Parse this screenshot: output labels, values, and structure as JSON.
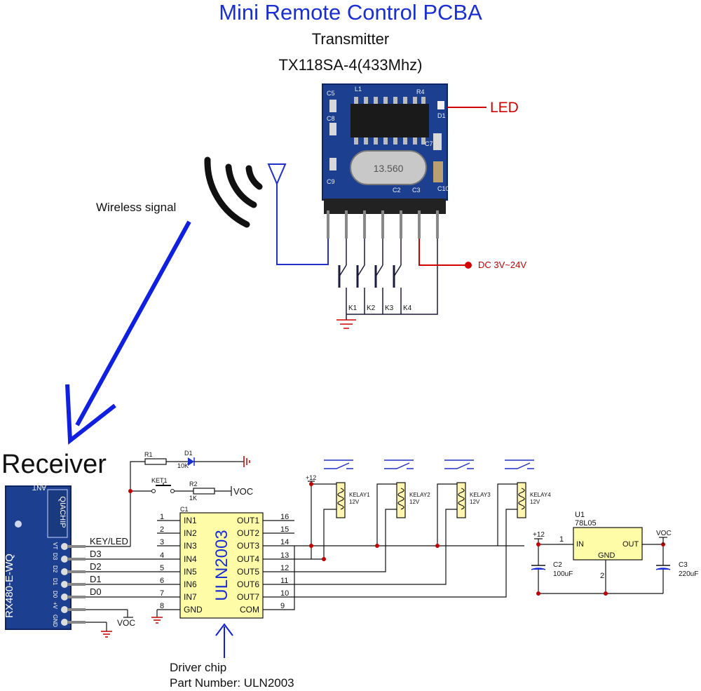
{
  "header": {
    "title": "Mini Remote Control PCBA",
    "subtitle": "Transmitter",
    "model": "TX118SA-4(433Mhz)"
  },
  "transmitter": {
    "led_label": "LED",
    "power_label": "DC 3V~24V",
    "crystal_label": "13.560",
    "board_labels": [
      "C5",
      "L1",
      "R4",
      "D1",
      "C8",
      "C7",
      "C9",
      "C10",
      "C3",
      "C2"
    ],
    "keys": [
      "K1",
      "K2",
      "K3",
      "K4"
    ]
  },
  "wireless_label": "Wireless signal",
  "receiver": {
    "label": "Receiver",
    "module_model": "RX480-E-WQ",
    "brand": "QIACHIP",
    "ant_label": "ANT",
    "pin_labels": [
      "VT",
      "D3",
      "D2",
      "D1",
      "D0",
      "+V",
      "GND"
    ],
    "signals": [
      "KEY/LED",
      "D3",
      "D2",
      "D1",
      "D0"
    ],
    "voc_label": "VOC"
  },
  "schematic": {
    "r1": "R1",
    "d1": "D1",
    "d1_value": "10K",
    "ket1": "KET1",
    "r2": "R2",
    "r2_value": "1K",
    "voc_r2": "VOC",
    "plus12": "+12",
    "c1": "C1",
    "chip_name": "ULN2003",
    "left_pins": [
      {
        "num": "1",
        "name": "IN1"
      },
      {
        "num": "2",
        "name": "IN2"
      },
      {
        "num": "3",
        "name": "IN3"
      },
      {
        "num": "4",
        "name": "IN4"
      },
      {
        "num": "5",
        "name": "IN5"
      },
      {
        "num": "6",
        "name": "IN6"
      },
      {
        "num": "7",
        "name": "IN7"
      },
      {
        "num": "8",
        "name": "GND"
      }
    ],
    "right_pins": [
      {
        "num": "16",
        "name": "OUT1"
      },
      {
        "num": "15",
        "name": "OUT2"
      },
      {
        "num": "14",
        "name": "OUT3"
      },
      {
        "num": "13",
        "name": "OUT4"
      },
      {
        "num": "12",
        "name": "OUT5"
      },
      {
        "num": "11",
        "name": "OUT6"
      },
      {
        "num": "10",
        "name": "OUT7"
      },
      {
        "num": "9",
        "name": "COM"
      }
    ],
    "relays": [
      {
        "name": "KELAY1",
        "voltage": "12V"
      },
      {
        "name": "KELAY2",
        "voltage": "12V"
      },
      {
        "name": "KELAY3",
        "voltage": "12V"
      },
      {
        "name": "KELAY4",
        "voltage": "12V"
      }
    ],
    "regulator": {
      "u1": "U1",
      "part": "78L05",
      "in_label": "IN",
      "out_label": "OUT",
      "gnd_label": "GND",
      "pin1": "1",
      "pin2": "2",
      "plus12": "+12",
      "voc": "VOC",
      "c2": "C2",
      "c2_value": "100uF",
      "c3": "C3",
      "c3_value": "220uF"
    }
  },
  "driver_note": {
    "line1": "Driver chip",
    "line2": "Part Number: ULN2003"
  },
  "colors": {
    "title": "#1a2fd1",
    "arrow": "#1020e0",
    "wire_blue": "#2030c8",
    "wire_red": "#d00000",
    "pcb": "#1c3f8f",
    "schematic_box": "#fffca8",
    "relay_box": "#fff5b0"
  }
}
